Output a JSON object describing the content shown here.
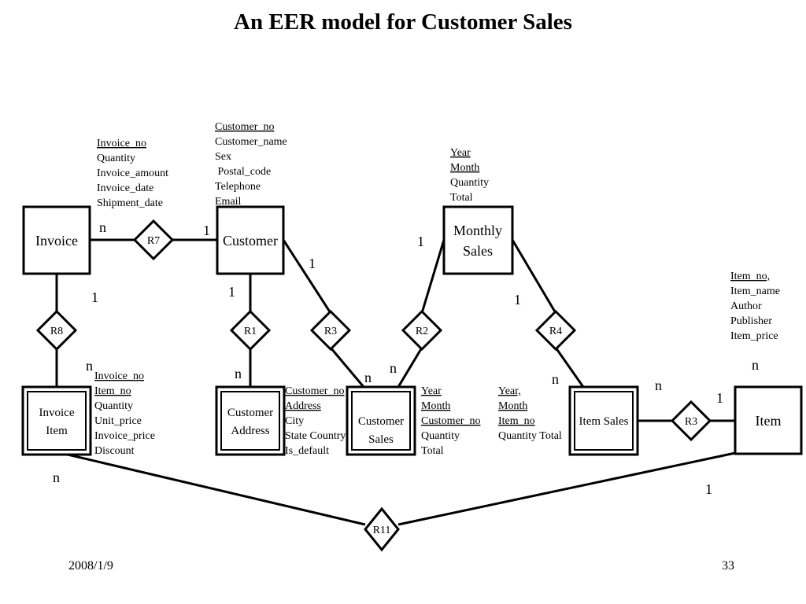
{
  "title": "An EER model for Customer Sales",
  "footer": {
    "date": "2008/1/9",
    "page": "33"
  },
  "entities": {
    "invoice": "Invoice",
    "customer": "Customer",
    "monthly_sales": [
      "Monthly",
      "Sales"
    ],
    "item": "Item",
    "invoice_item": [
      "Invoice",
      "Item"
    ],
    "customer_address": [
      "Customer",
      "Address"
    ],
    "customer_sales": [
      "Customer",
      "Sales"
    ],
    "item_sales": "Item Sales"
  },
  "relationships": {
    "r7": "R7",
    "r8": "R8",
    "r1": "R1",
    "r3a": "R3",
    "r2": "R2",
    "r4": "R4",
    "r3b": "R3",
    "r11": "R11"
  },
  "cardinalities": {
    "invoice_r7": "n",
    "customer_r7": "1",
    "invoice_r8": "1",
    "invoice_item_r8": "n",
    "customer_r1": "1",
    "customer_address_r1": "n",
    "customer_r3": "1",
    "customer_sales_r3": "n",
    "customer_sales_r2": "n",
    "monthly_sales_r2": "1",
    "monthly_sales_r4": "1",
    "item_sales_r4": "n",
    "item_sales_r3": "n",
    "item_r3": "1",
    "item_upper": "n",
    "invoice_item_r11": "n",
    "item_r11": "1"
  },
  "attributes": {
    "invoice": [
      "Invoice_no",
      "Quantity",
      "Invoice_amount",
      "Invoice_date",
      "Shipment_date"
    ],
    "customer": [
      "Customer_no",
      "Customer_name",
      "Sex",
      " Postal_code",
      "Telephone",
      "Email"
    ],
    "monthly_sales": [
      "Year",
      "Month",
      "Quantity",
      "Total"
    ],
    "item": [
      "Item_no,",
      "Item_name",
      "Author",
      "Publisher",
      "Item_price"
    ],
    "invoice_item": [
      "Invoice_no",
      "Item_no",
      "Quantity",
      "Unit_price",
      "Invoice_price",
      "Discount"
    ],
    "customer_address": [
      "Customer_no",
      "Address",
      "City",
      "State Country",
      "Is_default"
    ],
    "customer_sales": [
      "Year",
      "Month",
      "Customer_no",
      "Quantity",
      "Total"
    ],
    "item_sales": [
      "Year,",
      "Month",
      "Item_no",
      "Quantity Total"
    ]
  }
}
